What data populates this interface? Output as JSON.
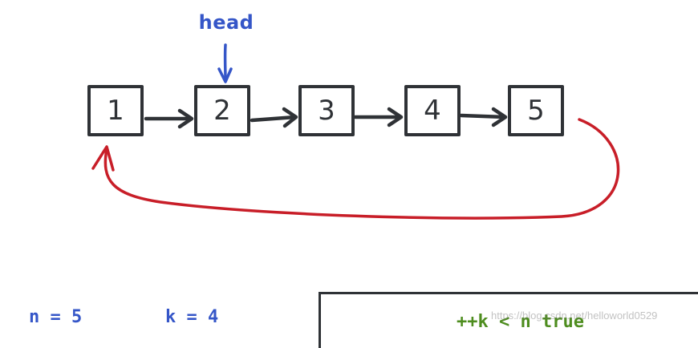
{
  "diagram": {
    "head_label": "head",
    "nodes": [
      "1",
      "2",
      "3",
      "4",
      "5"
    ]
  },
  "variables": {
    "n_text": "n = 5",
    "k_text": "k = 4"
  },
  "code_panel": {
    "line": "++k < n true"
  },
  "watermark": "https://blog.csdn.net/helloworld0529",
  "colors": {
    "pointer_blue": "#3556c8",
    "loop_red": "#c81e28",
    "node_ink": "#2f3236",
    "code_green": "#4e8d1f"
  }
}
